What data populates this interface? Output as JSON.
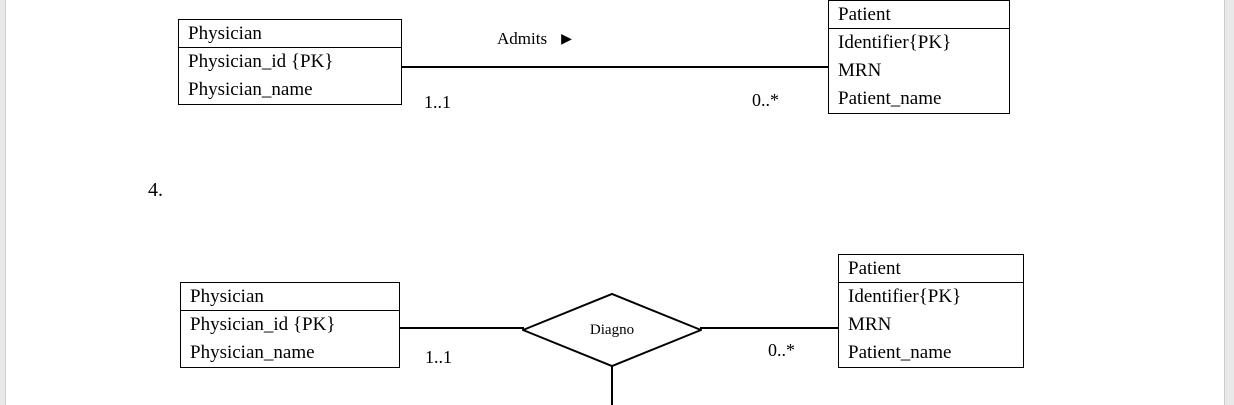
{
  "page": {
    "background": "#ffffff",
    "edge_strip_color": "#e9e9e9",
    "line_color": "#000000",
    "item_number": "4."
  },
  "diagram_top": {
    "physician": {
      "title": "Physician",
      "attributes": [
        "Physician_id {PK}",
        "Physician_name"
      ]
    },
    "patient": {
      "title": "Patient",
      "attributes": [
        "Identifier{PK}",
        "MRN",
        "Patient_name"
      ]
    },
    "relationship": {
      "label": "Admits",
      "arrow": "▶",
      "arrow_icon": "right-triangle"
    },
    "cardinality_left": "1..1",
    "cardinality_right": "0..*"
  },
  "diagram_bottom": {
    "physician": {
      "title": "Physician",
      "attributes": [
        "Physician_id {PK}",
        "Physician_name"
      ]
    },
    "patient": {
      "title": "Patient",
      "attributes": [
        "Identifier{PK}",
        "MRN",
        "Patient_name"
      ]
    },
    "relationship": {
      "label": "Diagno",
      "shape": "diamond"
    },
    "cardinality_left": "1..1",
    "cardinality_right": "0..*"
  }
}
